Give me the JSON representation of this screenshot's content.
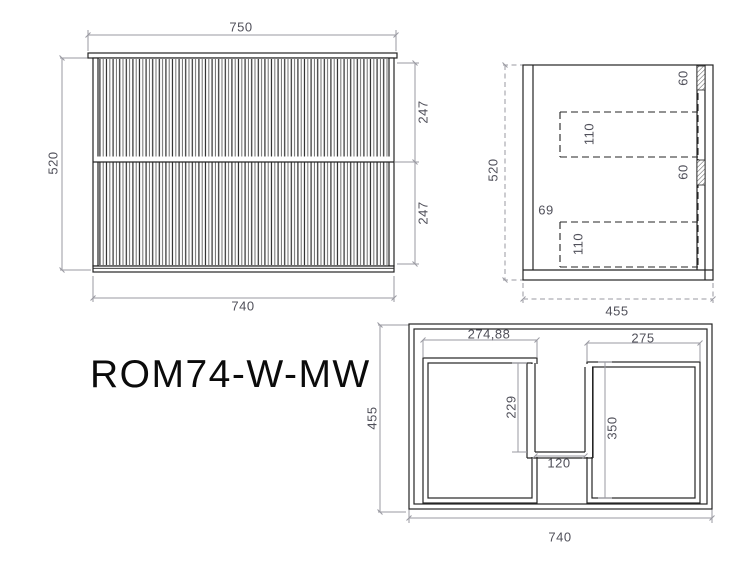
{
  "product": {
    "model_code": "ROM74-W-MW"
  },
  "dims": {
    "front_width_top": "750",
    "front_height": "520",
    "front_drawer_top": "247",
    "front_drawer_bottom": "247",
    "front_width_bottom": "740",
    "side_height": "520",
    "side_depth": "455",
    "side_rail_top": "60",
    "side_rail_mid": "60",
    "side_drawer_top": "110",
    "side_drawer_bottom": "110",
    "side_offset": "69",
    "plan_drawer_left_width": "274,88",
    "plan_drawer_right_width": "275",
    "plan_notch_left_depth": "229",
    "plan_drawer_right_depth": "350",
    "plan_notch_width": "120",
    "plan_depth": "455",
    "plan_width": "740"
  },
  "colors": {
    "drawing_line": "#242424",
    "dimension_line": "#9a9aa2",
    "dimension_text": "#50505a",
    "background": "#ffffff"
  }
}
